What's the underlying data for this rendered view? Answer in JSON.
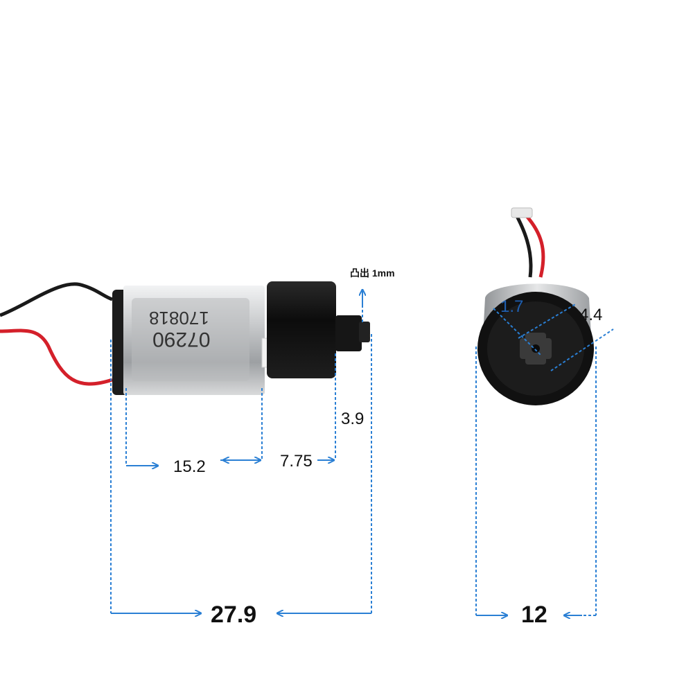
{
  "colors": {
    "dimension_line": "#2a7fd4",
    "label_text": "#111111",
    "label_blue": "#1f5fb0",
    "motor_can": "#c9cbcd",
    "gearbox": "#111111",
    "wire_red": "#d4202a",
    "wire_black": "#1a1a1a"
  },
  "side_view": {
    "can_marking_line1": "07290",
    "can_marking_line2": "170818",
    "protrusion_label": "凸出 1mm",
    "dim_can_length": "15.2",
    "dim_gearbox_length": "7.75",
    "dim_shaft_height": "3.9",
    "dim_total_length": "27.9"
  },
  "end_view": {
    "dim_inner": "1.7",
    "dim_outer": "4.4",
    "dim_diameter": "12"
  }
}
